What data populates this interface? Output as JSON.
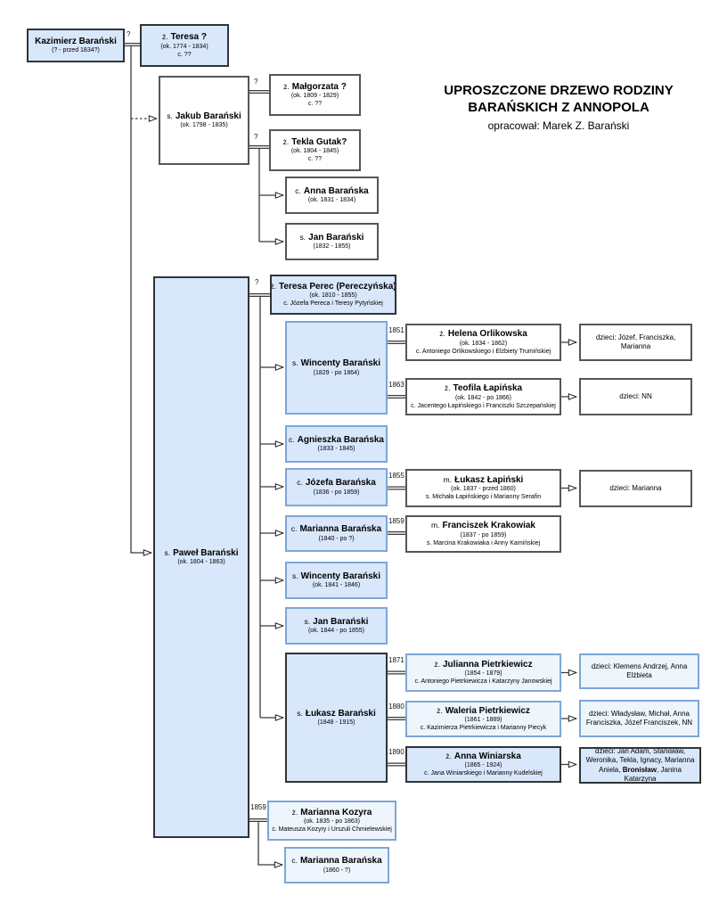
{
  "title": {
    "line1": "UPROSZCZONE DRZEWO RODZINY",
    "line2": "BARAŃSKICH Z ANNOPOLA",
    "subtitle": "opracował: Marek Z. Barański"
  },
  "colors": {
    "node_blue_fill": "#d9e7fb",
    "node_pale_fill": "#eef5fc",
    "border_dark": "#2f3438",
    "border_blue": "#7ea6d8",
    "border_gray": "#565656",
    "line": "#3a3a3a"
  },
  "nodes": {
    "kazimierz": {
      "prefix": "",
      "name": "Kazimierz Barański",
      "dates": "(? - przed 1834?)",
      "parents": ""
    },
    "teresa1": {
      "prefix": "ż.",
      "name": "Teresa ?",
      "dates": "(ok. 1774 - 1834)",
      "parents": "c. ??"
    },
    "jakub": {
      "prefix": "s.",
      "name": "Jakub Barański",
      "dates": "(ok. 1798 - 1835)",
      "parents": ""
    },
    "malgorzata": {
      "prefix": "ż.",
      "name": "Małgorzata ?",
      "dates": "(ok. 1809 - 1829)",
      "parents": "c. ??"
    },
    "tekla": {
      "prefix": "ż.",
      "name": "Tekla Gutak?",
      "dates": "(ok. 1804 - 1845)",
      "parents": "c. ??"
    },
    "anna": {
      "prefix": "c.",
      "name": "Anna Barańska",
      "dates": "(ok. 1831 - 1834)",
      "parents": ""
    },
    "jan1": {
      "prefix": "s.",
      "name": "Jan Barański",
      "dates": "(1832 - 1855)",
      "parents": ""
    },
    "teresa_perec": {
      "prefix": "ż.",
      "name": "Teresa Perec (Pereczyńska)",
      "dates": "(ok. 1810 - 1855)",
      "parents": "c. Józefa Pereca i Teresy Pytyńskiej"
    },
    "pawel": {
      "prefix": "s.",
      "name": "Paweł Barański",
      "dates": "(ok. 1804 - 1863)",
      "parents": ""
    },
    "wincenty1": {
      "prefix": "s.",
      "name": "Wincenty Barański",
      "dates": "(1829 - po 1864)",
      "parents": ""
    },
    "helena": {
      "prefix": "ż.",
      "name": "Helena Orlikowska",
      "dates": "(ok. 1834 - 1862)",
      "parents": "c. Antoniego Orlikowskiego i Elżbiety Trumińskiej"
    },
    "teofila": {
      "prefix": "ż.",
      "name": "Teofila Łapińska",
      "dates": "(ok. 1842 - po 1866)",
      "parents": "c. Jacentego Łapińskiego i Franciszki Szczepańskiej"
    },
    "agnieszka": {
      "prefix": "c.",
      "name": "Agnieszka Barańska",
      "dates": "(1833 - 1845)",
      "parents": ""
    },
    "jozefa": {
      "prefix": "c.",
      "name": "Józefa Barańska",
      "dates": "(1836 - po 1859)",
      "parents": ""
    },
    "lukasz_lapinski": {
      "prefix": "m.",
      "name": "Łukasz Łapiński",
      "dates": "(ok. 1837 - przed 1860)",
      "parents": "s. Michała Łapińskiego i Marianny Serafin"
    },
    "marianna1": {
      "prefix": "c.",
      "name": "Marianna Barańska",
      "dates": "(1840 - po ?)",
      "parents": ""
    },
    "franciszek": {
      "prefix": "m.",
      "name": "Franciszek Krakowiak",
      "dates": "(1837 - po 1859)",
      "parents": "s. Marcina Krakowiaka i Anny Kamińskiej"
    },
    "wincenty2": {
      "prefix": "s.",
      "name": "Wincenty Barański",
      "dates": "(ok. 1841 - 1846)",
      "parents": ""
    },
    "jan2": {
      "prefix": "s.",
      "name": "Jan Barański",
      "dates": "(ok. 1844 - po 1855)",
      "parents": ""
    },
    "lukasz_baranski": {
      "prefix": "s.",
      "name": "Łukasz Barański",
      "dates": "(1848 - 1915)",
      "parents": ""
    },
    "julianna": {
      "prefix": "ż.",
      "name": "Julianna Pietrkiewicz",
      "dates": "(1854 - 1879)",
      "parents": "c. Antoniego Pietrkiewicza i Katarzyny Janowskiej"
    },
    "waleria": {
      "prefix": "ż.",
      "name": "Waleria Pietrkiewicz",
      "dates": "(1861 - 1889)",
      "parents": "c. Kazimierza Pietrkiewicza i Marianny Piecyk"
    },
    "anna_winiarska": {
      "prefix": "ż.",
      "name": "Anna Winiarska",
      "dates": "(1865 - 1924)",
      "parents": "c. Jana Winiarskiego i Marianny Kudelskiej"
    },
    "kozyra": {
      "prefix": "ż.",
      "name": "Marianna Kozyra",
      "dates": "(ok. 1835 - po 1863)",
      "parents": "c. Mateusza Kozyry i Urszuli Chmielewskiej"
    },
    "marianna2": {
      "prefix": "c.",
      "name": "Marianna Barańska",
      "dates": "(1860 - ?)",
      "parents": ""
    }
  },
  "children_boxes": {
    "dzieci1": {
      "pre": "dzieci: Józef, Franciszka, Marianna",
      "bold": "",
      "post": ""
    },
    "dzieci2": {
      "pre": "dzieci: NN",
      "bold": "",
      "post": ""
    },
    "dzieci3": {
      "pre": "dzieci: Marianna",
      "bold": "",
      "post": ""
    },
    "dzieci4": {
      "pre": "dzieci: Klemens Andrzej, Anna Elżbieta",
      "bold": "",
      "post": ""
    },
    "dzieci5": {
      "pre": "dzieci: Władysław, Michał, Anna Franciszka, Józef Franciszek, NN",
      "bold": "",
      "post": ""
    },
    "dzieci6": {
      "pre": "dzieci: Jan Adam, Stanisław, Weronika, Tekla, Ignacy, Marianna Aniela, ",
      "bold": "Bronisław",
      "post": ", Janina Katarzyna"
    }
  },
  "marriage_labels": {
    "m1": "?",
    "m2": "?",
    "m3": "?",
    "m4": "?",
    "m5": "1851",
    "m6": "1863",
    "m7": "1855",
    "m8": "1859",
    "m9": "1871",
    "m10": "1880",
    "m11": "1890",
    "m12": "1859"
  }
}
